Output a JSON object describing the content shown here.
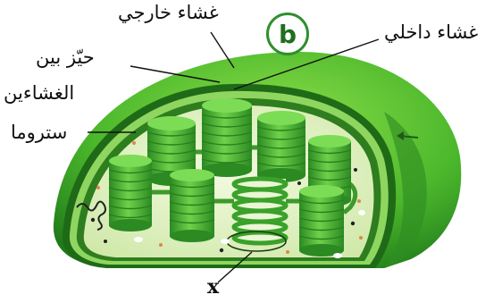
{
  "labels": {
    "outer_membrane": "غشاء خارجي",
    "inner_membrane": "غشاء داخلي",
    "intermembrane_line1": "حيّز بين",
    "intermembrane_line2": "الغشاءين",
    "stroma": "ستروما",
    "figure_letter": "b",
    "pointer_x": "x"
  },
  "colors": {
    "outer_membrane": "#5cbf3a",
    "inner_shell": "#2e7d1e",
    "stroma": "#e4f3c9",
    "grana": "#3fa82f",
    "label_text": "#111111",
    "badge_stroke": "#2f8f2f"
  }
}
